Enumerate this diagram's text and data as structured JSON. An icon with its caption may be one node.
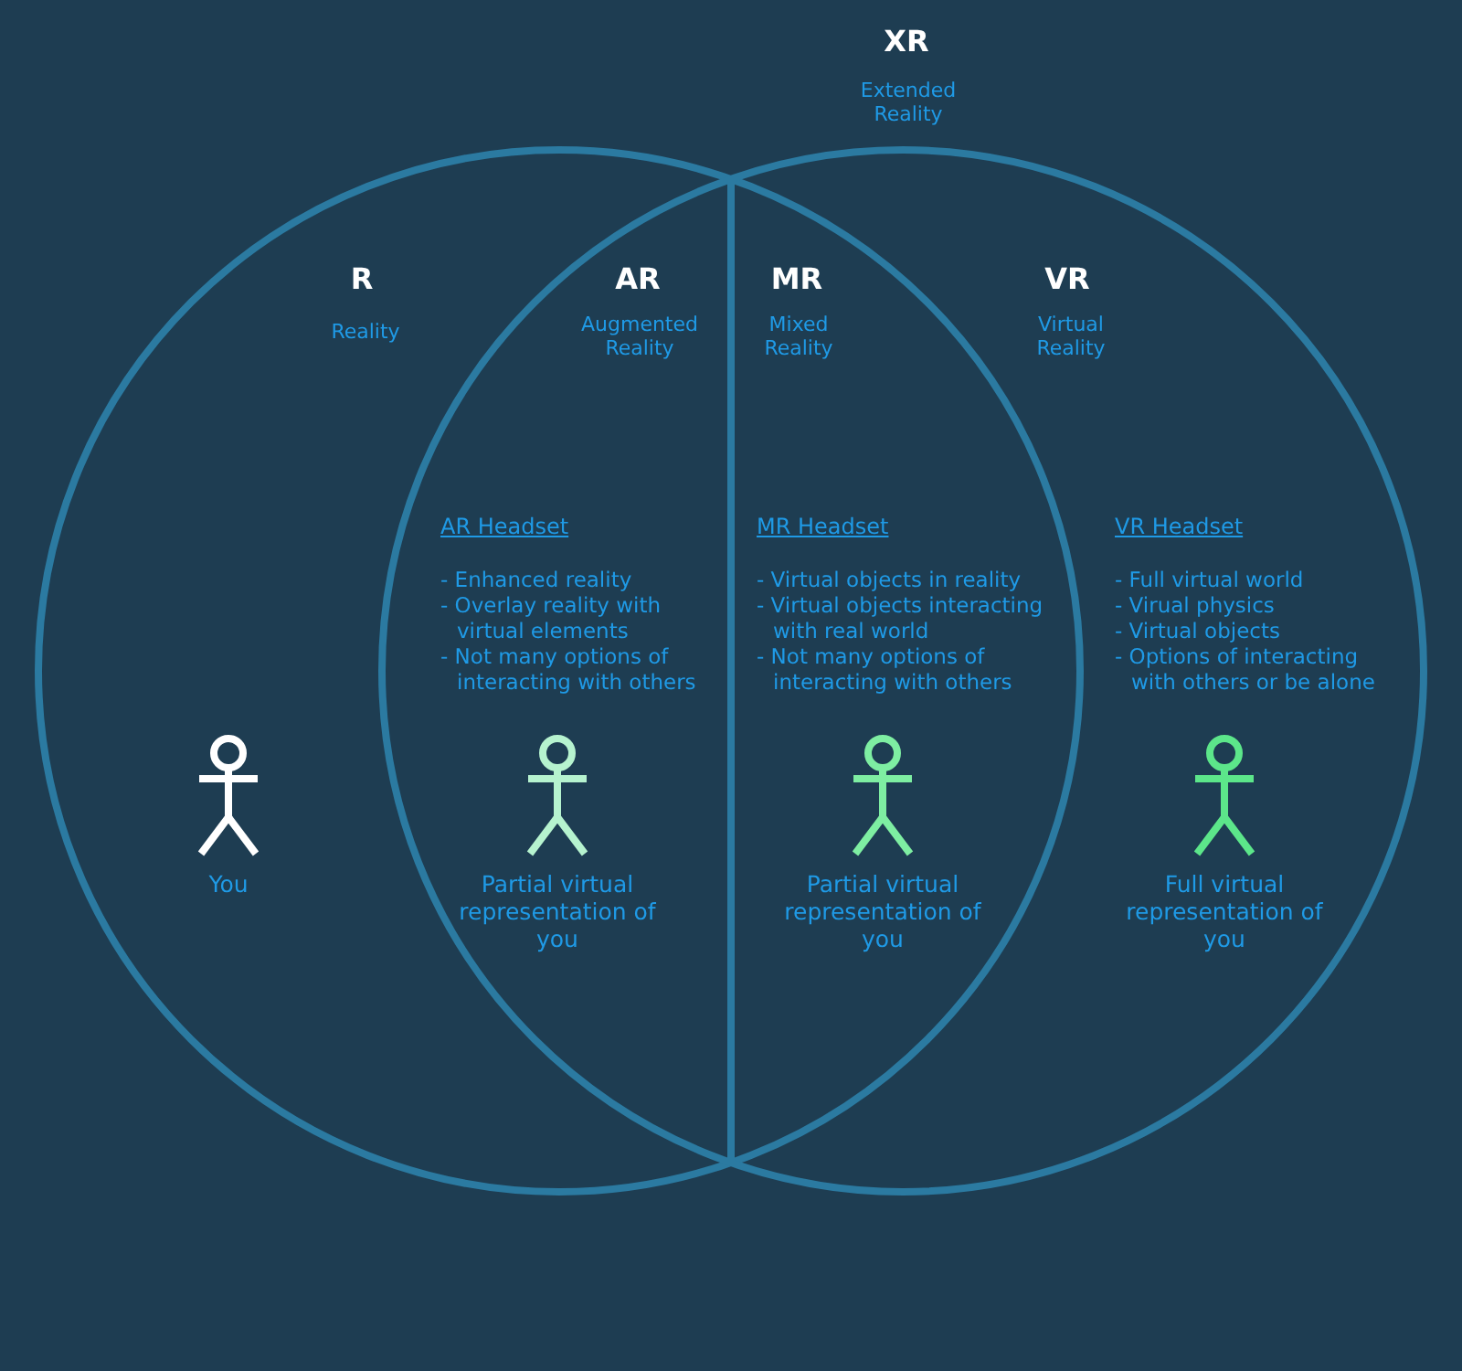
{
  "diagram": {
    "labels": [
      "XR",
      "Extended Reality",
      "R",
      "Reality",
      "AR",
      "Augmented Reality",
      "MR",
      "Mixed Reality",
      "VR",
      "Virtual Reality",
      "AR Headset",
      "- Enhanced reality",
      "- Overlay reality with virtual elements",
      "- Not many options of interacting with others",
      "MR Headset",
      "- Virtual objects in reality",
      "- Virtual objects interacting with real world",
      "- Not many options of interacting with others",
      "VR Headset",
      "- Full virtual world",
      "- Virual physics",
      "- Virtual objects",
      "- Options of interacting with others or be alone",
      "You",
      "Partial virtual representation of you",
      "Partial virtual representation of you",
      "Full virtual representation of you"
    ]
  }
}
